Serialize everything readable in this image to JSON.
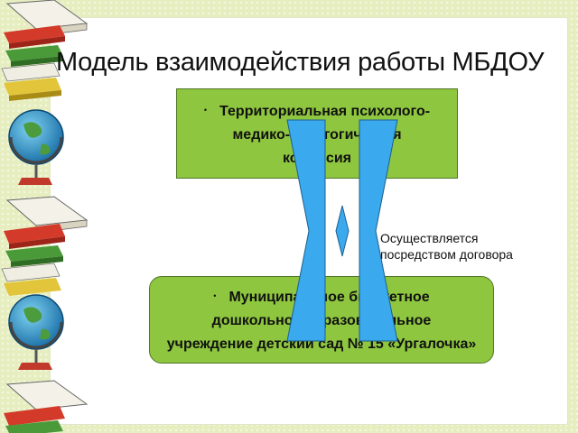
{
  "slide": {
    "title": "Модель взаимодействия работы МБДОУ ТПМПК",
    "top_box": {
      "lines": [
        "Территориальная психолого-",
        "медико-педагогическая",
        "комиссия"
      ]
    },
    "bottom_box": {
      "lines": [
        "Муниципальное бюджетное",
        "дошкольное образовательное",
        "учреждение детский сад № 15 «Ургалочка»"
      ]
    },
    "note": {
      "line1": "Осуществляется",
      "line2": "посредством договора"
    }
  },
  "colors": {
    "box_fill": "#8ec63f",
    "arrow_fill": "#3aa9ee",
    "background": "#e6eec0"
  },
  "icons": {
    "decor_books": "books-icon",
    "decor_globe": "globe-icon"
  }
}
